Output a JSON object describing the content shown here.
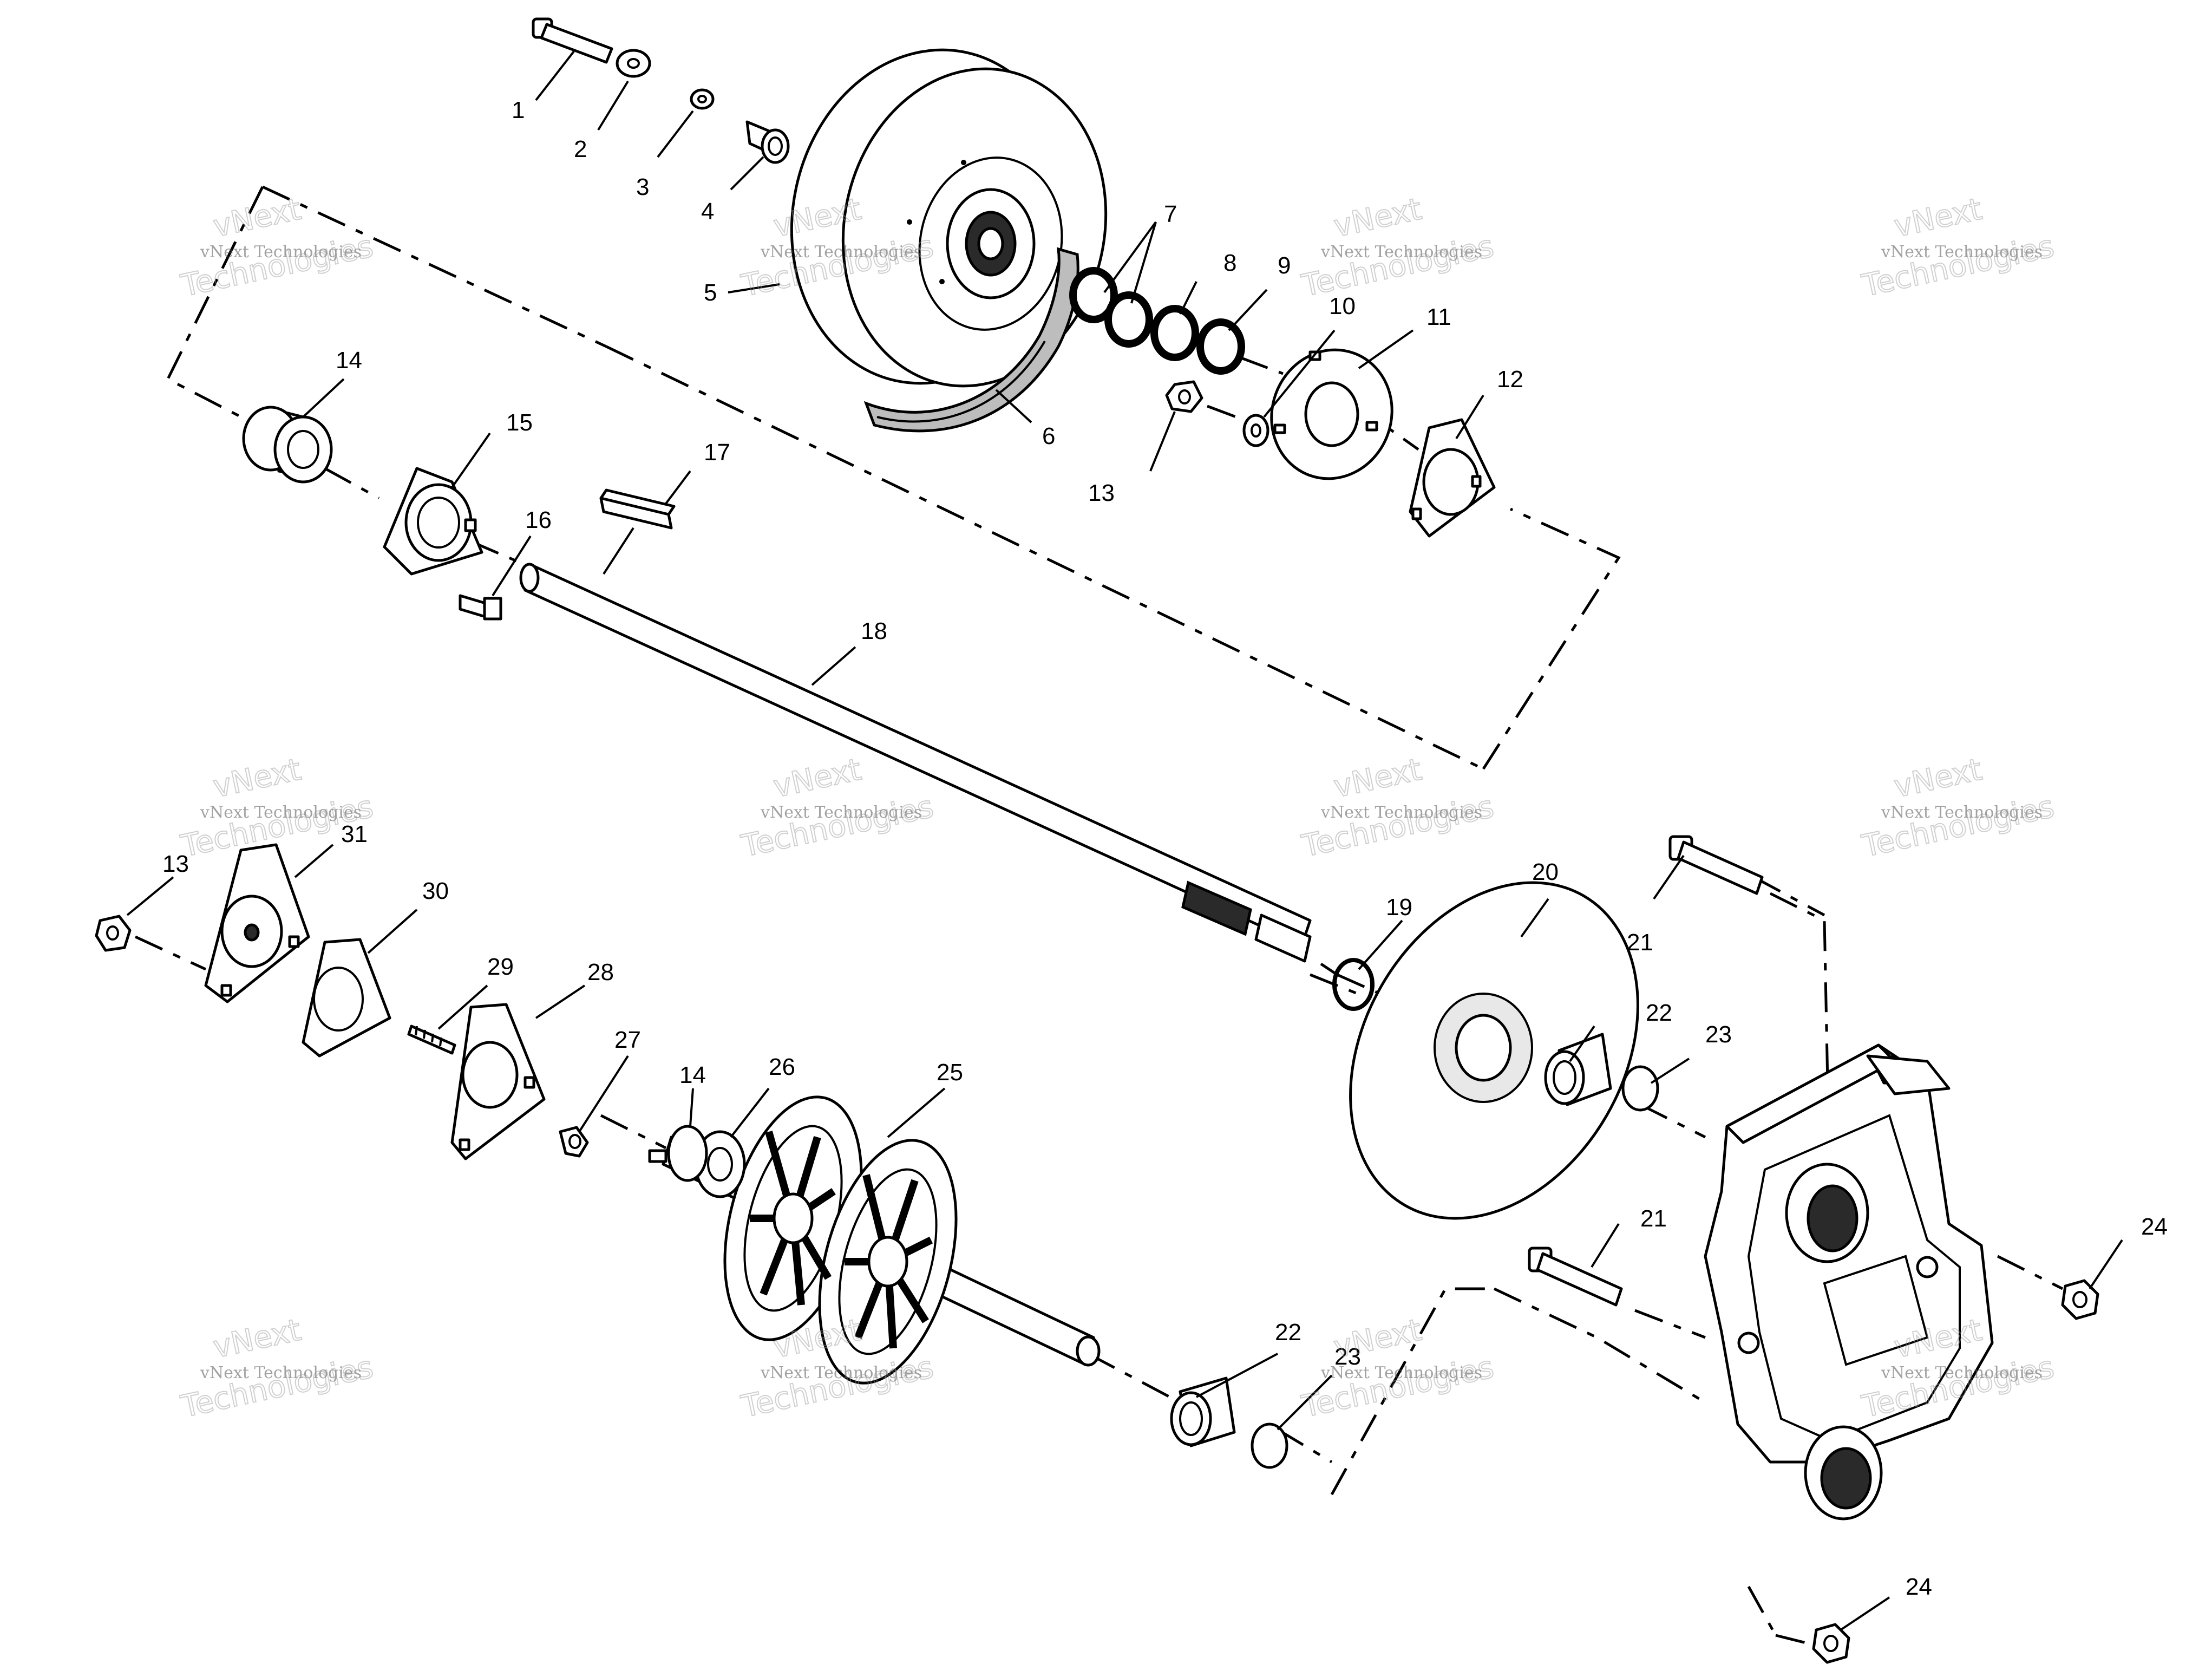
{
  "callouts": {
    "c1": "1",
    "c2": "2",
    "c3": "3",
    "c4": "4",
    "c5": "5",
    "c6": "6",
    "c7": "7",
    "c8": "8",
    "c9": "9",
    "c10": "10",
    "c11": "11",
    "c12": "12",
    "c13a": "13",
    "c13b": "13",
    "c14a": "14",
    "c14b": "14",
    "c15": "15",
    "c16": "16",
    "c17": "17",
    "c18": "18",
    "c19": "19",
    "c20": "20",
    "c21a": "21",
    "c21b": "21",
    "c22a": "22",
    "c22b": "22",
    "c23a": "23",
    "c23b": "23",
    "c24a": "24",
    "c24b": "24",
    "c25": "25",
    "c26": "26",
    "c27": "27",
    "c28": "28",
    "c29": "29",
    "c30": "30",
    "c31": "31"
  },
  "watermark": {
    "company": "vNext Technologies",
    "line1": "vNext",
    "line2": "Technologies"
  }
}
